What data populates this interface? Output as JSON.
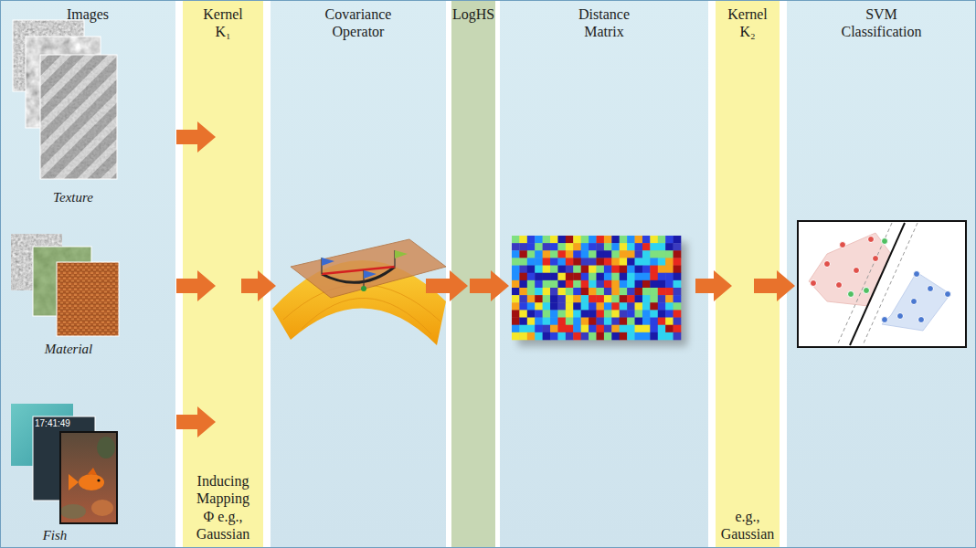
{
  "diagram": {
    "nodes": [
      {
        "text": [
          "Images"
        ]
      },
      {
        "text": [
          "Texture"
        ],
        "in": 0
      },
      {
        "text": [
          "Material"
        ],
        "in": 0
      },
      {
        "text": [
          "Fish"
        ],
        "in": 0
      },
      {
        "text": [
          "Kernel K₁",
          "Inducing Mapping Φ e.g., Gaussian"
        ]
      },
      {
        "text": [
          "Covariance Operator"
        ]
      },
      {
        "text": [
          "LogHS"
        ]
      },
      {
        "text": [
          "Distance Matrix"
        ]
      },
      {
        "text": [
          "Kernel K₂",
          "e.g., Gaussian"
        ]
      },
      {
        "text": [
          "SVM Classification"
        ]
      }
    ],
    "edges": [
      {
        "from": 1,
        "to": 4,
        "arrow": "to"
      },
      {
        "from": 2,
        "to": 4,
        "arrow": "to"
      },
      {
        "from": 3,
        "to": 4,
        "arrow": "to"
      },
      {
        "from": 4,
        "to": 5,
        "arrow": "to"
      },
      {
        "from": 5,
        "to": 6,
        "arrow": "to"
      },
      {
        "from": 6,
        "to": 7,
        "arrow": "to"
      },
      {
        "from": 7,
        "to": 8,
        "arrow": "to"
      },
      {
        "from": 8,
        "to": 9,
        "arrow": "to"
      }
    ],
    "labels": [
      "17:41:49"
    ]
  }
}
